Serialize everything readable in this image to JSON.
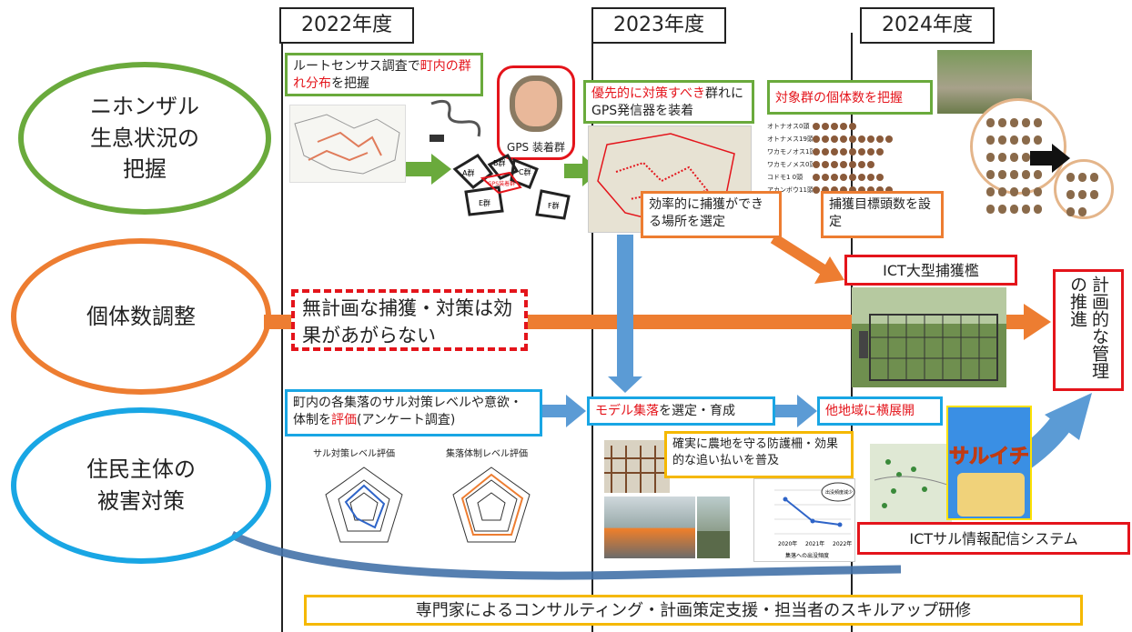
{
  "years": [
    "2022年度",
    "2023年度",
    "2024年度"
  ],
  "themes": {
    "habitat": "ニホンザル\n生息状況の\n把握",
    "population": "個体数調整",
    "resident": "住民主体の\n被害対策"
  },
  "boxes": {
    "census": {
      "pre": "ルートセンサス調査で",
      "hl": "町内の群れ分布",
      "post": "を把握"
    },
    "gps_priority": {
      "hl": "優先的に対策すべき",
      "post": "群れにGPS発信器を装着"
    },
    "count": "対象群の個体数を把握",
    "efficient": "効率的に捕獲ができる場所を選定",
    "target_heads": "捕獲目標頭数を設定",
    "ict_trap": "ICT大型捕獲檻",
    "unplanned": "無計画な捕獲・対策は効果があがらない",
    "planned": "計画的な管理の推進",
    "village_eval": {
      "pre": "町内の各集落のサル対策レベルや意欲・体制を",
      "hl": "評価",
      "post": "(アンケート調査)"
    },
    "model": {
      "hl": "モデル集落",
      "post": "を選定・育成"
    },
    "expand": "他地域に横展開",
    "fence": "確実に農地を守る防護柵・効果的な追い払いを普及",
    "ict_info": "ICTサル情報配信システム",
    "support": "専門家によるコンサルティング・計画策定支援・担当者のスキルアップ研修"
  },
  "map_labels": {
    "gps_group": "GPS 装着群",
    "a": "A群",
    "b": "B群",
    "c": "C群",
    "e": "E群",
    "f": "F群",
    "gps_small": "GPS装着群"
  },
  "bar_rows": [
    {
      "label": "オトナオス0頭",
      "count": 5
    },
    {
      "label": "オトナメス19頭",
      "count": 9
    },
    {
      "label": "ワカモノオス1頭",
      "count": 8
    },
    {
      "label": "ワカモノメス0頭",
      "count": 7
    },
    {
      "label": "コドモ1 0頭",
      "count": 8
    },
    {
      "label": "アカンボウ11頭",
      "count": 9
    }
  ],
  "radar": {
    "title1": "サル対策レベル評価",
    "title2": "集落体制レベル評価"
  },
  "line_chart": {
    "years": [
      "2020年",
      "2021年",
      "2022年"
    ],
    "caption": "集落への出没頻度",
    "bubble": "出没頻度減少"
  },
  "leaflet": {
    "title": "サルイチ"
  },
  "colors": {
    "green": "#6aaa3c",
    "orange": "#ed7d31",
    "red": "#e4141b",
    "blue": "#19a6e4",
    "yellow": "#f5b800",
    "arrowblue": "#5b9bd5"
  }
}
